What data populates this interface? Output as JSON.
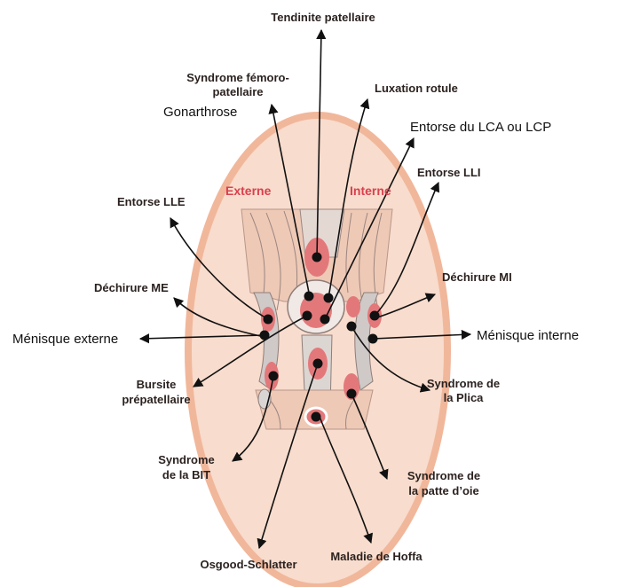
{
  "colors": {
    "background": "#ffffff",
    "oval_fill": "#f8dccd",
    "oval_stroke": "#f1b79b",
    "lesion_fill": "#e3787a",
    "side_label": "#d9404e",
    "arrow": "#111111",
    "bold_label": "#2b2220"
  },
  "side_labels": {
    "externe": "Externe",
    "interne": "Interne"
  },
  "labels": {
    "tendinite_patellaire": "Tendinite patellaire",
    "syndrome_femoro_line1": "Syndrome fémoro-",
    "syndrome_femoro_line2": "patellaire",
    "gonarthrose": "Gonarthrose",
    "luxation_rotule": "Luxation rotule",
    "entorse_lca_lcp": "Entorse du LCA ou LCP",
    "entorse_lli": "Entorse LLI",
    "entorse_lle": "Entorse LLE",
    "dechirure_me": "Déchirure ME",
    "dechirure_mi": "Déchirure MI",
    "menisque_externe": "Ménisque externe",
    "menisque_interne": "Ménisque interne",
    "bursite_line1": "Bursite",
    "bursite_line2": "prépatellaire",
    "syndrome_plica_line1": "Syndrome de",
    "syndrome_plica_line2": "la Plica",
    "syndrome_bit_line1": "Syndrome",
    "syndrome_bit_line2": "de la BIT",
    "syndrome_patte_line1": "Syndrome de",
    "syndrome_patte_line2": "la patte d’oie",
    "osgood_schlatter": "Osgood-Schlatter",
    "maladie_hoffa": "Maladie de Hoffa"
  }
}
